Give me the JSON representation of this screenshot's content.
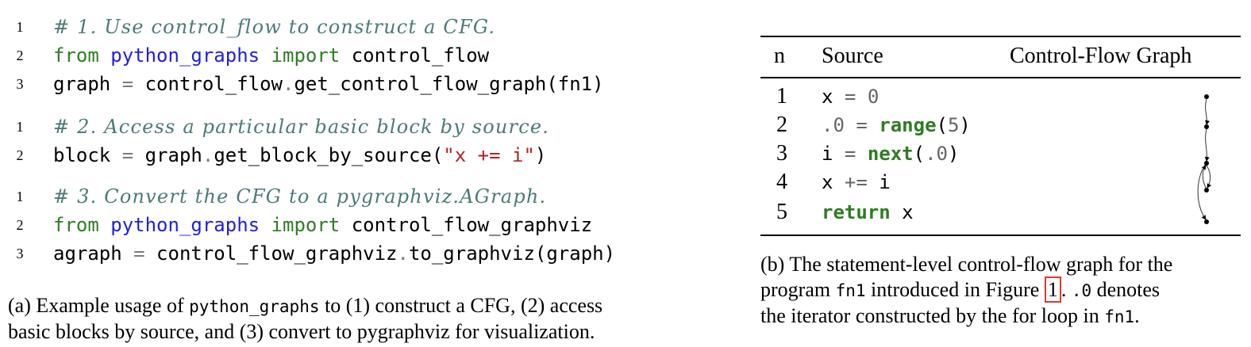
{
  "code_blocks": [
    {
      "lines": [
        {
          "n": "1",
          "tokens": [
            {
              "t": "# 1. Use control_flow to construct a CFG.",
              "c": "cmt"
            }
          ]
        },
        {
          "n": "2",
          "tokens": [
            {
              "t": "from",
              "c": "kw"
            },
            {
              "t": " ",
              "c": ""
            },
            {
              "t": "python_graphs",
              "c": "mod"
            },
            {
              "t": " ",
              "c": ""
            },
            {
              "t": "import",
              "c": "kw"
            },
            {
              "t": " control_flow",
              "c": ""
            }
          ]
        },
        {
          "n": "3",
          "tokens": [
            {
              "t": "graph ",
              "c": ""
            },
            {
              "t": "=",
              "c": "op"
            },
            {
              "t": " control_flow",
              "c": ""
            },
            {
              "t": ".",
              "c": "op"
            },
            {
              "t": "get_control_flow_graph(fn1)",
              "c": ""
            }
          ]
        }
      ]
    },
    {
      "lines": [
        {
          "n": "1",
          "tokens": [
            {
              "t": "# 2. Access a particular basic block by source.",
              "c": "cmt"
            }
          ]
        },
        {
          "n": "2",
          "tokens": [
            {
              "t": "block ",
              "c": ""
            },
            {
              "t": "=",
              "c": "op"
            },
            {
              "t": " graph",
              "c": ""
            },
            {
              "t": ".",
              "c": "op"
            },
            {
              "t": "get_block_by_source(",
              "c": ""
            },
            {
              "t": "\"x += i\"",
              "c": "str"
            },
            {
              "t": ")",
              "c": ""
            }
          ]
        }
      ]
    },
    {
      "lines": [
        {
          "n": "1",
          "tokens": [
            {
              "t": "# 3. Convert the CFG to a pygraphviz.AGraph.",
              "c": "cmt"
            }
          ]
        },
        {
          "n": "2",
          "tokens": [
            {
              "t": "from",
              "c": "kw"
            },
            {
              "t": " ",
              "c": ""
            },
            {
              "t": "python_graphs",
              "c": "mod"
            },
            {
              "t": " ",
              "c": ""
            },
            {
              "t": "import",
              "c": "kw"
            },
            {
              "t": " control_flow_graphviz",
              "c": ""
            }
          ]
        },
        {
          "n": "3",
          "tokens": [
            {
              "t": "agraph ",
              "c": ""
            },
            {
              "t": "=",
              "c": "op"
            },
            {
              "t": " control_flow_graphviz",
              "c": ""
            },
            {
              "t": ".",
              "c": "op"
            },
            {
              "t": "to_graphviz(graph)",
              "c": ""
            }
          ]
        }
      ]
    }
  ],
  "caption_a": {
    "part1": "(a) Example usage of ",
    "code": "python_graphs",
    "part2": " to (1) construct a CFG, (2) access",
    "line2": "basic blocks by source, and (3) convert to pygraphviz for visualization."
  },
  "table": {
    "headers": {
      "n": "n",
      "source": "Source",
      "graph": "Control-Flow Graph"
    },
    "rows": [
      {
        "n": "1",
        "tokens": [
          {
            "t": "x ",
            "c": ""
          },
          {
            "t": "=",
            "c": "gray"
          },
          {
            "t": " ",
            "c": ""
          },
          {
            "t": "0",
            "c": "gray"
          }
        ]
      },
      {
        "n": "2",
        "tokens": [
          {
            "t": ".0",
            "c": "gray"
          },
          {
            "t": " ",
            "c": ""
          },
          {
            "t": "=",
            "c": "gray"
          },
          {
            "t": " ",
            "c": ""
          },
          {
            "t": "range",
            "c": "fn"
          },
          {
            "t": "(",
            "c": ""
          },
          {
            "t": "5",
            "c": "gray"
          },
          {
            "t": ")",
            "c": ""
          }
        ]
      },
      {
        "n": "3",
        "tokens": [
          {
            "t": "i ",
            "c": ""
          },
          {
            "t": "=",
            "c": "gray"
          },
          {
            "t": " ",
            "c": ""
          },
          {
            "t": "next",
            "c": "fn"
          },
          {
            "t": "(",
            "c": ""
          },
          {
            "t": ".0",
            "c": "gray"
          },
          {
            "t": ")",
            "c": ""
          }
        ]
      },
      {
        "n": "4",
        "tokens": [
          {
            "t": "x ",
            "c": ""
          },
          {
            "t": "+=",
            "c": "gray"
          },
          {
            "t": " i",
            "c": ""
          }
        ]
      },
      {
        "n": "5",
        "tokens": [
          {
            "t": "return",
            "c": "fn"
          },
          {
            "t": " x",
            "c": ""
          }
        ]
      }
    ]
  },
  "caption_b": {
    "line1": "(b) The statement-level control-flow graph for the",
    "l2a": "program ",
    "l2code": "fn1",
    "l2b": " introduced in Figure ",
    "l2ref": "1",
    "l2c": ". ",
    "l2code2": ".0",
    "l2d": " denotes",
    "l3a": "the iterator constructed by the for loop in ",
    "l3code": "fn1",
    "l3b": "."
  }
}
